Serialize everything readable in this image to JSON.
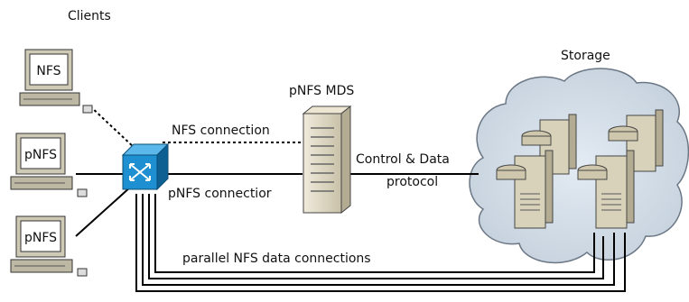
{
  "labels": {
    "clients": "Clients",
    "mds": "pNFS MDS",
    "storage": "Storage",
    "nfs_connection": "NFS connection",
    "pnfs_connection": "pNFS connectior",
    "control_line1": "Control & Data",
    "control_line2": "protocol",
    "parallel": "parallel NFS data connections"
  },
  "clients": [
    {
      "label": "NFS"
    },
    {
      "label": "pNFS"
    },
    {
      "label": "pNFS"
    }
  ],
  "colors": {
    "switch": "#1e8fd0",
    "switch_dark": "#0e5f92",
    "cloud": "#d3dde8",
    "server": "#d8d0b8",
    "server_dark": "#a79f86",
    "monitor": "#cfcab6",
    "screen": "#ffffff",
    "line": "#000000"
  },
  "icons": [
    "network-switch-icon",
    "server-tower-icon",
    "storage-server-icon",
    "cloud-icon",
    "workstation-icon"
  ]
}
